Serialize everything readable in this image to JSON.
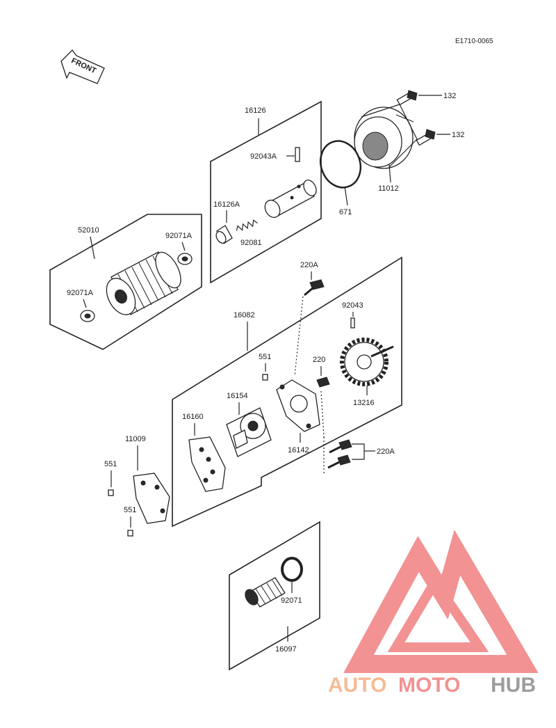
{
  "diagram": {
    "code": "E1710-0065",
    "front_label": "FRONT",
    "labels": {
      "l132a": "132",
      "l132b": "132",
      "l16126": "16126",
      "l92043A": "92043A",
      "l671": "671",
      "l11012": "11012",
      "l16126A": "16126A",
      "l52010": "52010",
      "l92071Aa": "92071A",
      "l92081": "92081",
      "l92071Ab": "92071A",
      "l220Aa": "220A",
      "l92043": "92043",
      "l16082": "16082",
      "l551a": "551",
      "l220": "220",
      "l13216": "13216",
      "l16154": "16154",
      "l16160": "16160",
      "l11009": "11009",
      "l16142": "16142",
      "l220Ab": "220A",
      "l551b": "551",
      "l551c": "551",
      "l92071": "92071",
      "l16097": "16097"
    }
  },
  "watermark": {
    "part1": "AUTO",
    "part2": "MOTO",
    "part3": "HUB",
    "color_orange": "#f4b183",
    "color_red": "#f08080",
    "color_grey": "#8c8c8c"
  }
}
